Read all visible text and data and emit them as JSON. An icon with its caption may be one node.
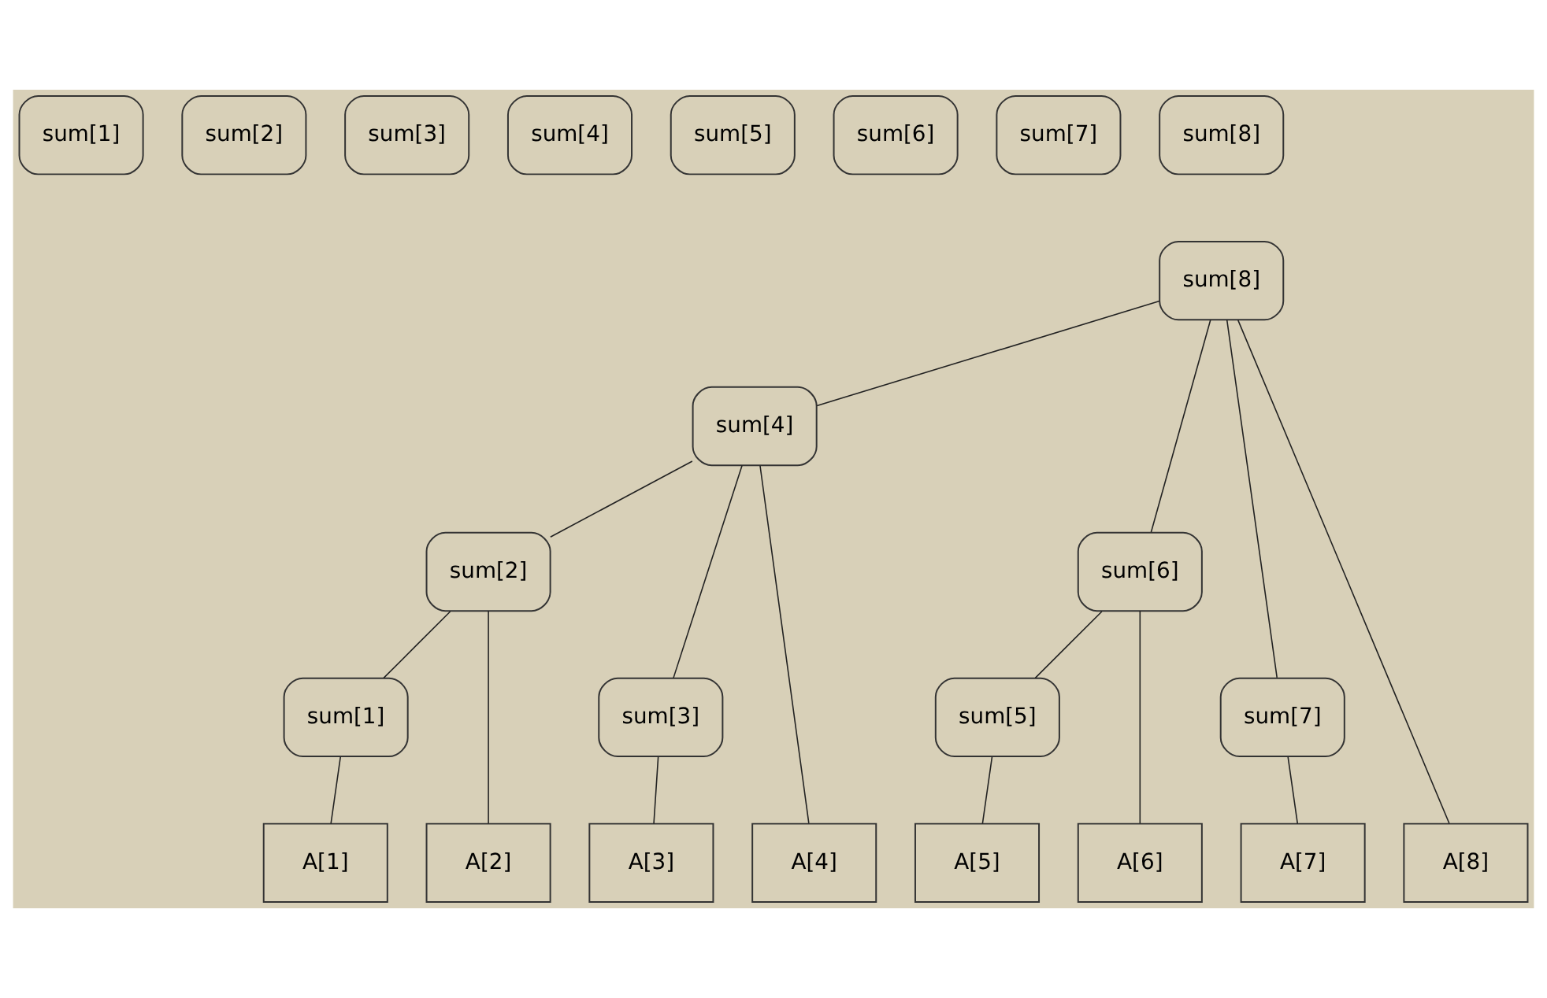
{
  "diagram": {
    "nodes": [
      {
        "text": [
          "sum[1]"
        ]
      },
      {
        "text": [
          "sum[2]"
        ]
      },
      {
        "text": [
          "sum[3]"
        ]
      },
      {
        "text": [
          "sum[4]"
        ]
      },
      {
        "text": [
          "sum[5]"
        ]
      },
      {
        "text": [
          "sum[6]"
        ]
      },
      {
        "text": [
          "sum[7]"
        ]
      },
      {
        "text": [
          "sum[8]"
        ]
      },
      {
        "text": [
          "sum[8]"
        ]
      },
      {
        "text": [
          "sum[4]"
        ]
      },
      {
        "text": [
          "sum[2]"
        ]
      },
      {
        "text": [
          "sum[6]"
        ]
      },
      {
        "text": [
          "sum[1]"
        ]
      },
      {
        "text": [
          "sum[3]"
        ]
      },
      {
        "text": [
          "sum[5]"
        ]
      },
      {
        "text": [
          "sum[7]"
        ]
      },
      {
        "text": [
          "A[1]"
        ]
      },
      {
        "text": [
          "A[2]"
        ]
      },
      {
        "text": [
          "A[3]"
        ]
      },
      {
        "text": [
          "A[4]"
        ]
      },
      {
        "text": [
          "A[5]"
        ]
      },
      {
        "text": [
          "A[6]"
        ]
      },
      {
        "text": [
          "A[7]"
        ]
      },
      {
        "text": [
          "A[8]"
        ]
      }
    ],
    "edges": [
      {
        "from": 8,
        "to": 9,
        "arrow": "none"
      },
      {
        "from": 8,
        "to": 11,
        "arrow": "none"
      },
      {
        "from": 8,
        "to": 15,
        "arrow": "none"
      },
      {
        "from": 8,
        "to": 23,
        "arrow": "none"
      },
      {
        "from": 9,
        "to": 10,
        "arrow": "none"
      },
      {
        "from": 9,
        "to": 13,
        "arrow": "none"
      },
      {
        "from": 9,
        "to": 19,
        "arrow": "none"
      },
      {
        "from": 10,
        "to": 12,
        "arrow": "none"
      },
      {
        "from": 10,
        "to": 17,
        "arrow": "none"
      },
      {
        "from": 11,
        "to": 14,
        "arrow": "none"
      },
      {
        "from": 11,
        "to": 21,
        "arrow": "none"
      },
      {
        "from": 12,
        "to": 16,
        "arrow": "none"
      },
      {
        "from": 13,
        "to": 18,
        "arrow": "none"
      },
      {
        "from": 14,
        "to": 20,
        "arrow": "none"
      },
      {
        "from": 15,
        "to": 22,
        "arrow": "none"
      }
    ]
  }
}
